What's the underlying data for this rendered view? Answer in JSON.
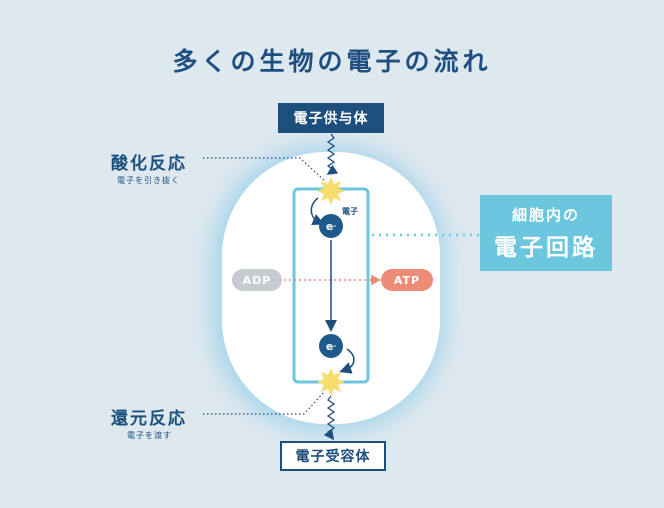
{
  "title": "多くの生物の電子の流れ",
  "donor": "電子供与体",
  "acceptor": "電子受容体",
  "oxidation": {
    "label": "酸化反応",
    "sub": "電子を引き抜く"
  },
  "reduction": {
    "label": "還元反応",
    "sub": "電子を渡す"
  },
  "electron": {
    "symbol": "e",
    "charge": "-",
    "tag": "電子"
  },
  "adp": "ADP",
  "atp": "ATP",
  "circuit": {
    "line1": "細胞内の",
    "line2": "電子回路"
  },
  "colors": {
    "navy": "#1d4f7d",
    "cyan": "#6bc6de",
    "atp": "#ef8c78",
    "adp": "#c5cbd0",
    "burst": "#f7dc6f",
    "background": "#dde8ef"
  }
}
